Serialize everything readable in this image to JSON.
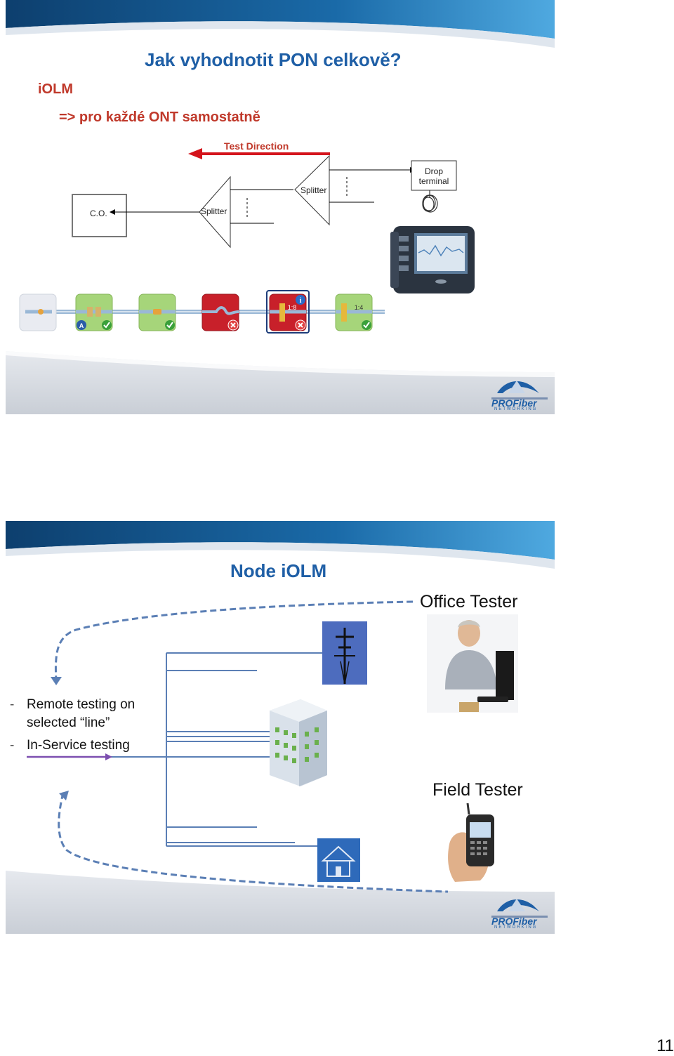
{
  "slide1": {
    "title": "Jak vyhodnotit PON celkově?",
    "side_label": "iOLM",
    "subtitle": "=> pro každé ONT samostatně",
    "diagram": {
      "test_direction": "Test Direction",
      "co": "C.O.",
      "splitter_1": "Splitter",
      "splitter_2": "Splitter",
      "drop_terminal": "Drop terminal"
    },
    "link_view": {
      "tiles": [
        {
          "icon": "launch-fiber-icon",
          "status": "none"
        },
        {
          "icon": "connector-icon",
          "status": "pass",
          "badge": "A"
        },
        {
          "icon": "splice-icon",
          "status": "pass"
        },
        {
          "icon": "bend-icon",
          "status": "fail"
        },
        {
          "icon": "splitter-icon",
          "status": "fail",
          "ratio": "1:8"
        },
        {
          "icon": "splitter-icon",
          "status": "pass",
          "ratio": "1:4"
        }
      ]
    },
    "logo": {
      "text": "PROFiber",
      "sub": "NETWORKING"
    }
  },
  "slide2": {
    "title": "Node iOLM",
    "office_tester": "Office Tester",
    "field_tester": "Field Tester",
    "bullets": [
      {
        "dash": "-",
        "text": "Remote testing on selected “line”"
      },
      {
        "dash": "-",
        "text": "In-Service testing"
      }
    ],
    "logo": {
      "text": "PROFiber",
      "sub": "NETWORKING"
    }
  },
  "page_number": "11",
  "colors": {
    "title_blue": "#1f5fa6",
    "red": "#c0392b",
    "header_blue": "#2a7ab8",
    "dashed_blue": "#5b7fb5",
    "arrow_purple": "#7d4fb0",
    "pass_green": "#5bb14a",
    "fail_red": "#d03030"
  }
}
